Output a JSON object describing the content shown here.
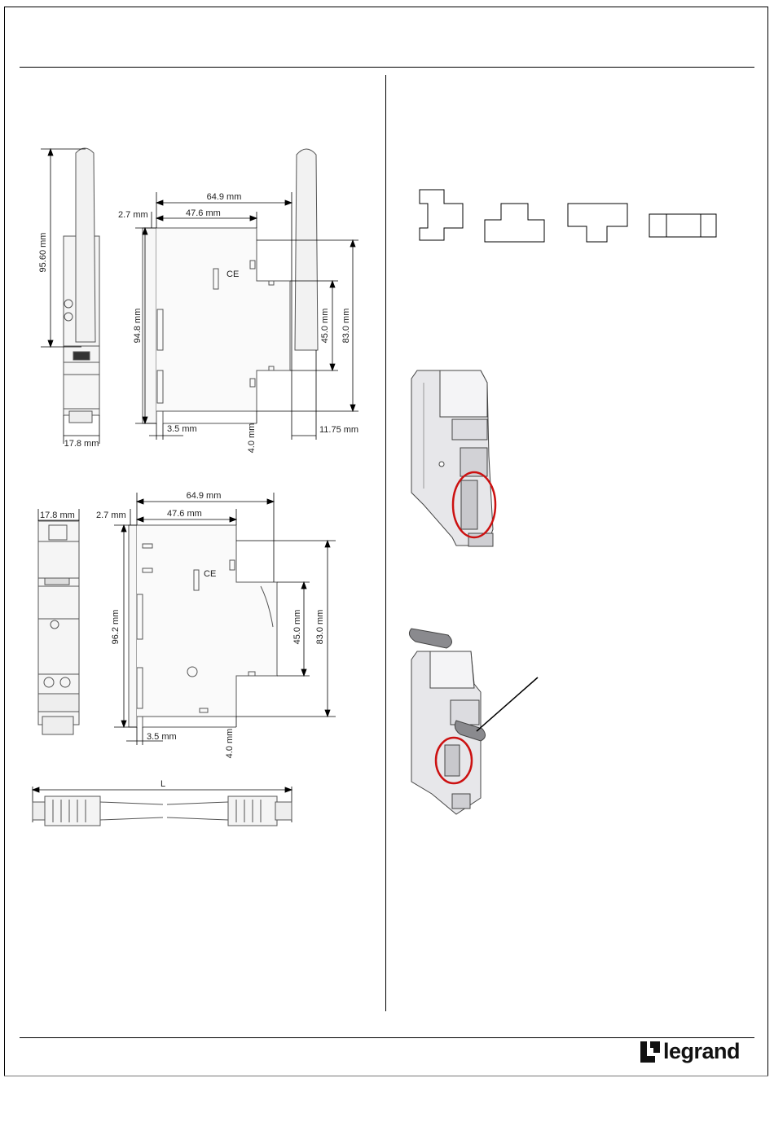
{
  "brand": {
    "name": "legrand",
    "logo_icon": "legrand-mark-icon"
  },
  "drawing1": {
    "antenna_height": "95.60 mm",
    "base_width": "17.8 mm",
    "overall_depth": "64.9 mm",
    "clip_width": "2.7 mm",
    "body_depth": "47.6 mm",
    "total_height": "94.8 mm",
    "front_height": "45.0 mm",
    "body_height": "83.0 mm",
    "rail_offset": "3.5 mm",
    "rail_depth": "4.0 mm",
    "antenna_offset": "11.75 mm"
  },
  "drawing2": {
    "module_width": "17.8 mm",
    "clip_width": "2.7 mm",
    "overall_depth": "64.9 mm",
    "body_depth": "47.6 mm",
    "total_height": "96.2 mm",
    "front_height": "45.0 mm",
    "body_height": "83.0 mm",
    "rail_offset": "3.5 mm",
    "rail_depth": "4.0 mm"
  },
  "cable": {
    "length_label": "L"
  },
  "colors": {
    "highlight": "#cc1111",
    "line": "#000000",
    "drawing": "#555555"
  }
}
